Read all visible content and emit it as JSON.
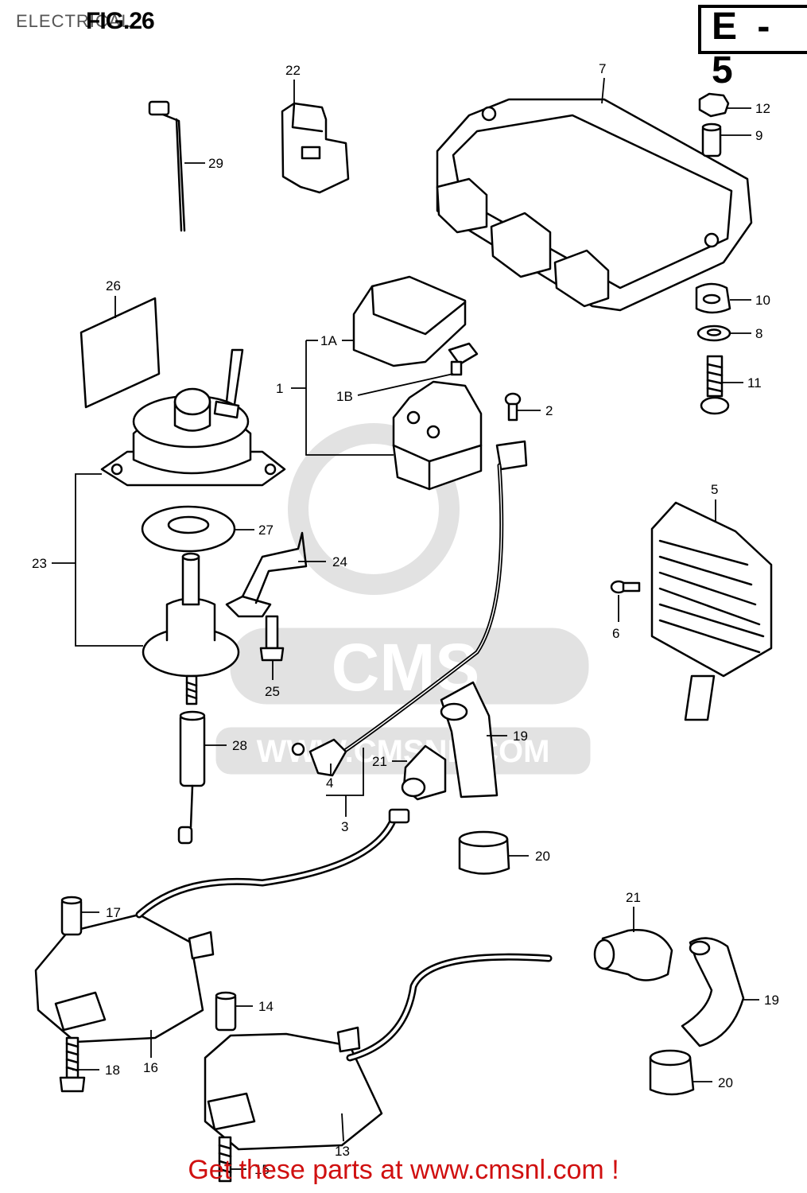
{
  "header": {
    "section": "ELECTRICAL",
    "figure": "FIG.26",
    "page_code": "E - 5"
  },
  "watermark": {
    "logo_text": "CMS",
    "url_text": "WWW.CMSNL.COM"
  },
  "callouts": {
    "c1": "1",
    "c1a": "1A",
    "c1b": "1B",
    "c2": "2",
    "c3": "3",
    "c4": "4",
    "c5": "5",
    "c6": "6",
    "c7": "7",
    "c8": "8",
    "c9": "9",
    "c10": "10",
    "c11": "11",
    "c12": "12",
    "c13": "13",
    "c14": "14",
    "c15": "15",
    "c16": "16",
    "c17": "17",
    "c18": "18",
    "c19a": "19",
    "c19b": "19",
    "c20a": "20",
    "c20b": "20",
    "c21a": "21",
    "c21b": "21",
    "c22": "22",
    "c23": "23",
    "c24": "24",
    "c25": "25",
    "c26": "26",
    "c27": "27",
    "c28": "28",
    "c29": "29"
  },
  "footer": {
    "text": "Get these parts at www.cmsnl.com !",
    "color": "#d01010"
  }
}
